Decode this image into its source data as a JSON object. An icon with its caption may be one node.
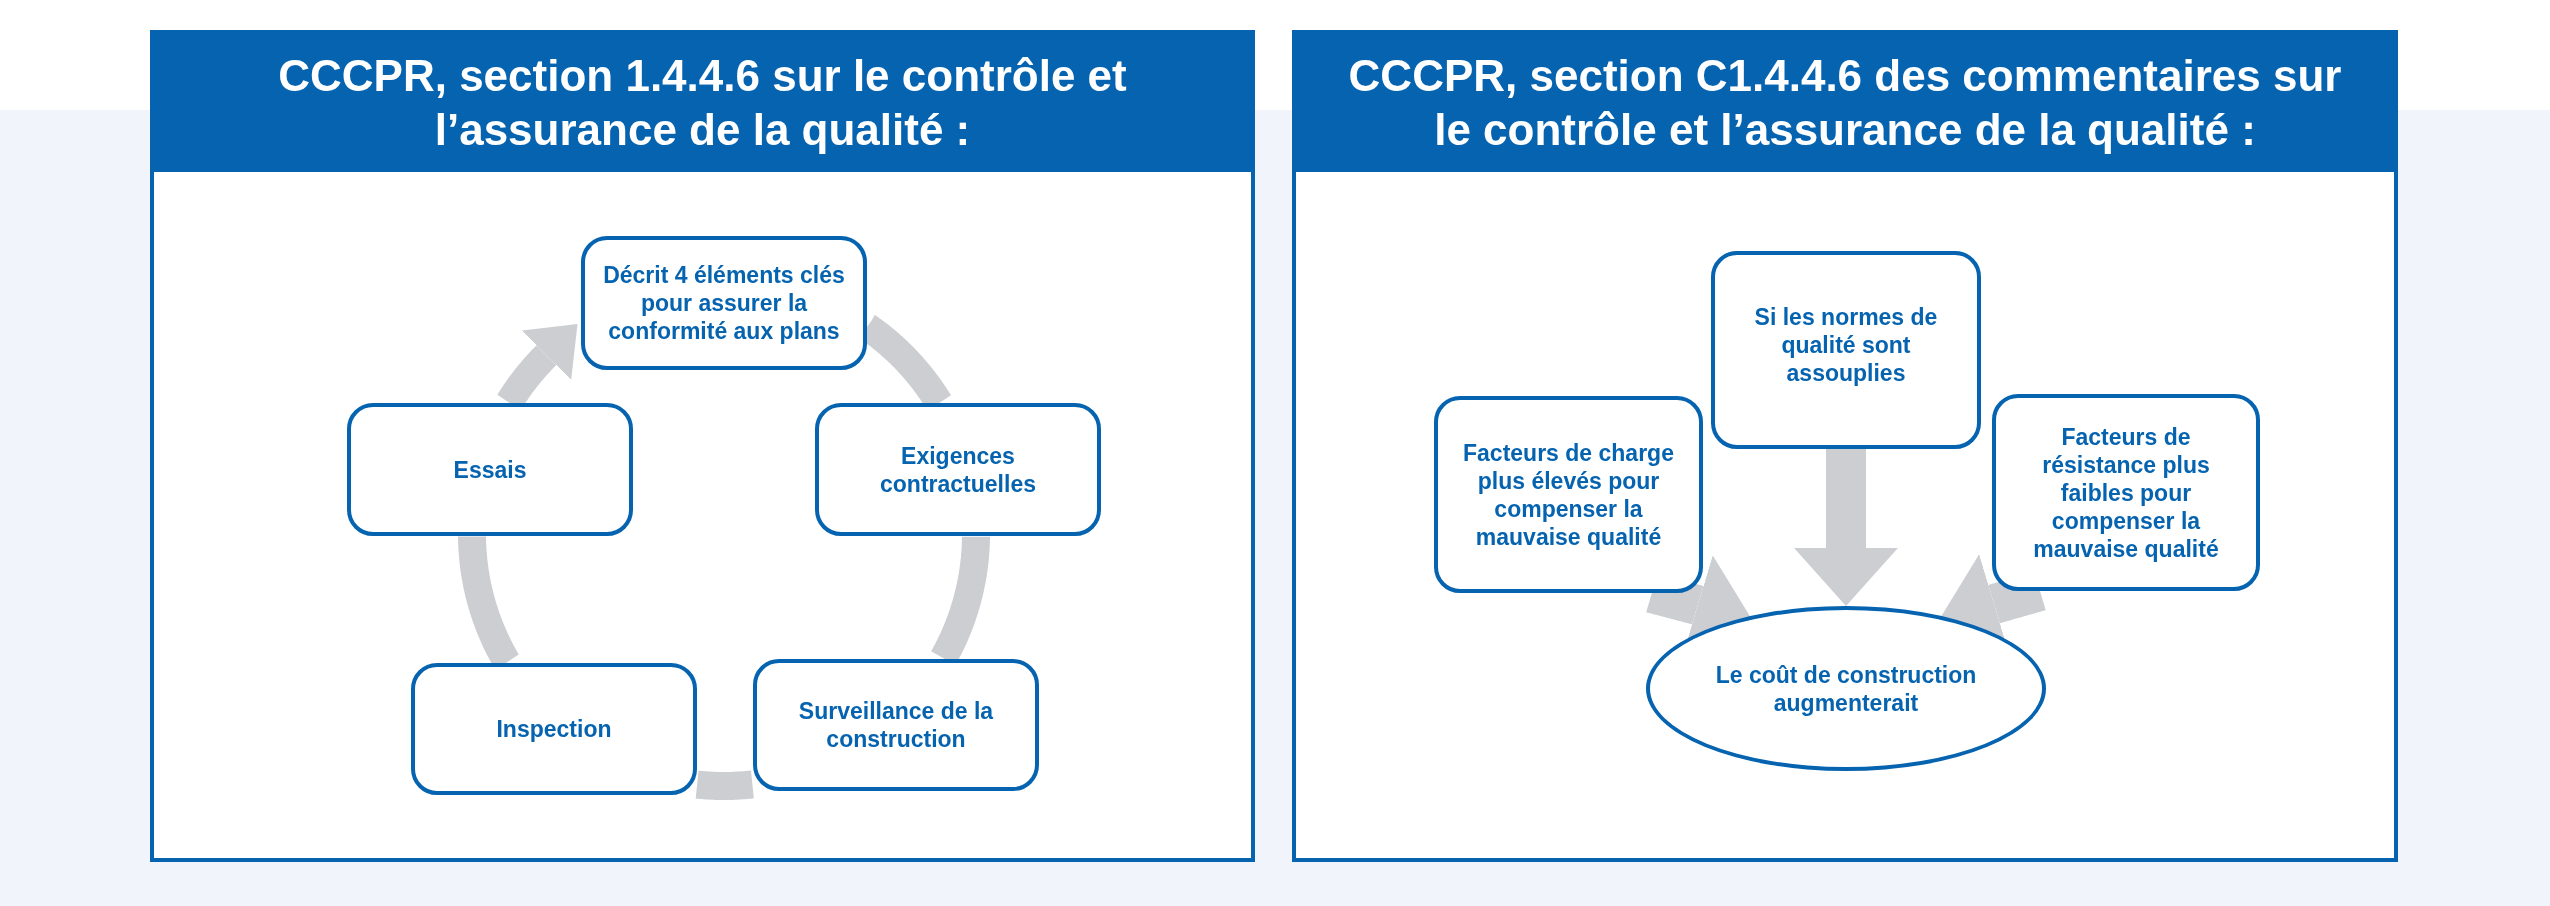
{
  "diagram": {
    "nodes": [
      {
        "text": [
          "CCCPR, section 1.4.4.6 sur le contrôle et l’assurance de la qualité :"
        ]
      },
      {
        "text": [
          "Décrit 4 éléments clés pour assurer la conformité aux plans"
        ],
        "in": 0
      },
      {
        "text": [
          "Exigences contractuelles"
        ],
        "in": 0
      },
      {
        "text": [
          "Surveillance de la construction"
        ],
        "in": 0
      },
      {
        "text": [
          "Inspection"
        ],
        "in": 0
      },
      {
        "text": [
          "Essais"
        ],
        "in": 0
      },
      {
        "text": [
          "CCCPR, section C1.4.4.6 des commentaires sur le contrôle et l’assurance de la qualité :"
        ]
      },
      {
        "text": [
          "Si les normes de qualité sont assouplies"
        ],
        "in": 6
      },
      {
        "text": [
          "Facteurs de charge plus élevés pour compenser la mauvaise qualité"
        ],
        "in": 6
      },
      {
        "text": [
          "Facteurs de résistance plus faibles pour compenser la mauvaise qualité"
        ],
        "in": 6
      },
      {
        "text": [
          "Le coût de construction augmenterait"
        ],
        "in": 6
      }
    ],
    "edges": [
      {
        "from": 1,
        "to": 2,
        "arrow": "none"
      },
      {
        "from": 2,
        "to": 3,
        "arrow": "none"
      },
      {
        "from": 3,
        "to": 4,
        "arrow": "none"
      },
      {
        "from": 4,
        "to": 5,
        "arrow": "none"
      },
      {
        "from": 5,
        "to": 1,
        "arrow": "to"
      },
      {
        "from": 8,
        "to": 10,
        "arrow": "to"
      },
      {
        "from": 7,
        "to": 10,
        "arrow": "to"
      },
      {
        "from": 9,
        "to": 10,
        "arrow": "to"
      }
    ]
  }
}
